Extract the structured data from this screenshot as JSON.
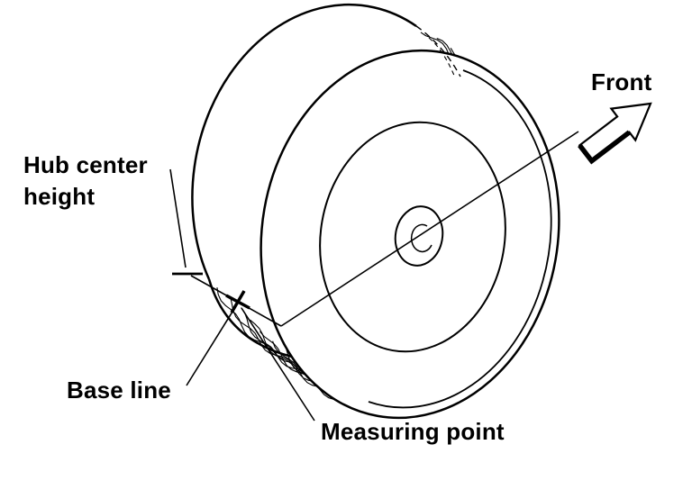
{
  "labels": {
    "hub_center_height": "Hub center height",
    "base_line": "Base line",
    "measuring_point": "Measuring point",
    "front": "Front"
  },
  "colors": {
    "line": "#000000",
    "background": "#ffffff"
  }
}
